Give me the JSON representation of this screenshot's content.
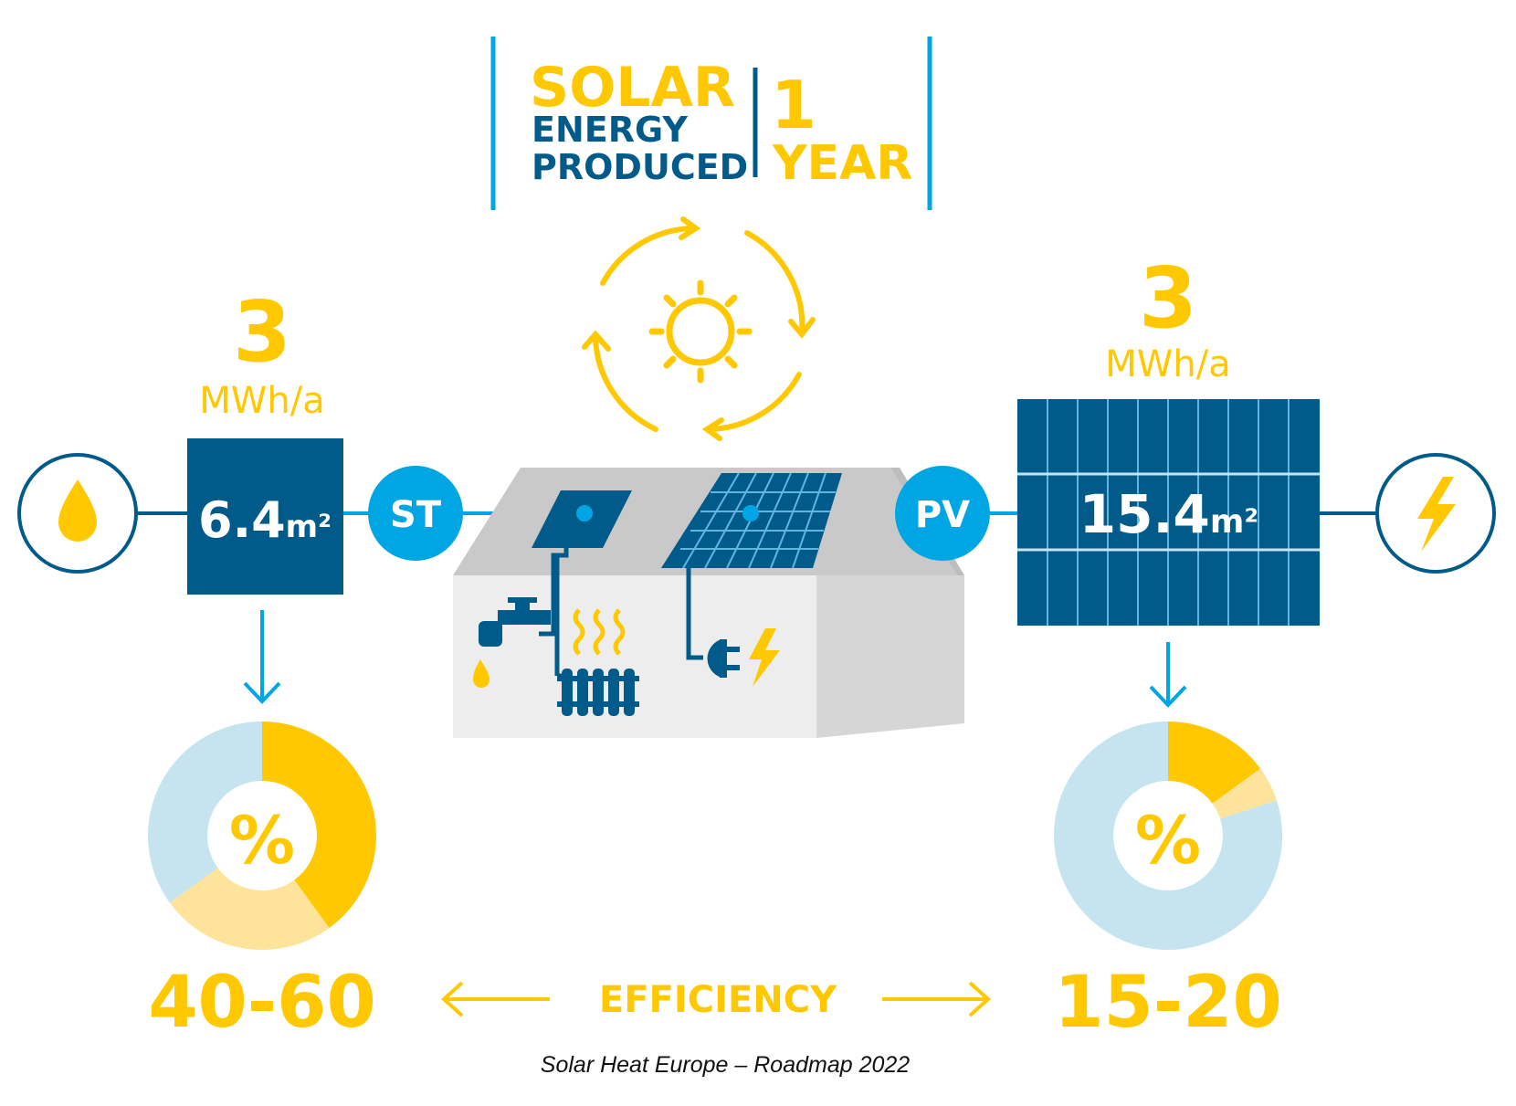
{
  "header": {
    "solar": "SOLAR",
    "energy": "ENERGY",
    "produced": "PRODUCED",
    "one": "1",
    "year": "YEAR"
  },
  "left": {
    "value": "3",
    "unit": "MWh/a",
    "area_number": "6.4",
    "area_unit": "m²",
    "node_label": "ST",
    "efficiency": "40-60",
    "percent_symbol": "%",
    "icon": "water-drop-icon"
  },
  "right": {
    "value": "3",
    "unit": "MWh/a",
    "area_number": "15.4",
    "area_unit": "m²",
    "node_label": "PV",
    "efficiency": "15-20",
    "percent_symbol": "%",
    "icon": "lightning-bolt-icon"
  },
  "efficiency_label": "EFFICIENCY",
  "caption": "Solar Heat Europe – Roadmap 2022",
  "colors": {
    "yellow": "#FFC800",
    "light_yellow": "#FDE49A",
    "dark_blue": "#005B8A",
    "cyan": "#00A6E4",
    "light_blue": "#C5E4EF",
    "gray": "#D9D9D9"
  }
}
